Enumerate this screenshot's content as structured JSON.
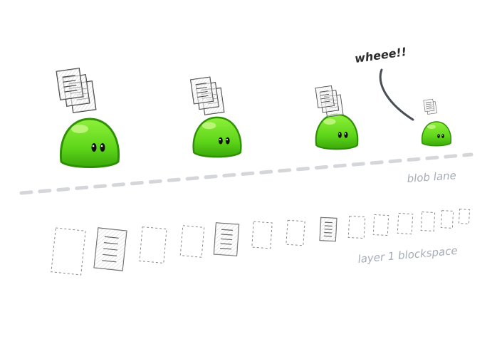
{
  "diagram": {
    "speech_text": "wheee!!",
    "lane_label": "blob lane",
    "blockspace_label": "layer 1 blockspace",
    "colors": {
      "blob_body": "#5fd61a",
      "blob_dark": "#2f8f05",
      "blob_highlight": "#c8f78a",
      "lane_dash": "#d5d6da",
      "label": "#a6acb6",
      "doc_stroke": "#333333",
      "empty_slot_stroke": "#8a8a8a"
    },
    "blobs": [
      {
        "name": "blob-1",
        "docs_stack": 3
      },
      {
        "name": "blob-2",
        "docs_stack": 3
      },
      {
        "name": "blob-3",
        "docs_stack": 3
      },
      {
        "name": "blob-4",
        "docs_stack": 2,
        "speaking": true
      }
    ],
    "blockspace_slots": [
      {
        "filled": false
      },
      {
        "filled": true
      },
      {
        "filled": false
      },
      {
        "filled": false
      },
      {
        "filled": true
      },
      {
        "filled": false
      },
      {
        "filled": false
      },
      {
        "filled": true
      },
      {
        "filled": false
      },
      {
        "filled": false
      },
      {
        "filled": false
      },
      {
        "filled": false
      },
      {
        "filled": false
      },
      {
        "filled": false
      }
    ]
  }
}
